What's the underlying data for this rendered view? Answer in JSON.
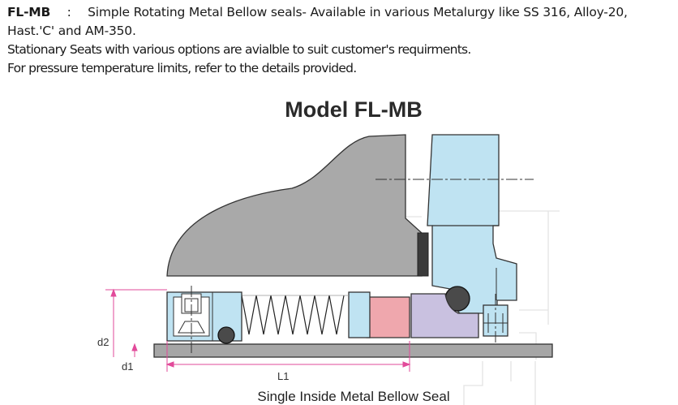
{
  "intro": {
    "code": "FL-MB",
    "separator": ":",
    "line1_rest": "Simple Rotating Metal Bellow seals- Available in various Metalurgy like SS 316, Alloy-20,",
    "line2": "Hast.'C' and AM-350.",
    "line3": "Stationary Seats with various options are avialble to suit customer's requirments.",
    "line4": "For pressure temperature limits, refer to the details provided."
  },
  "diagram": {
    "title": "Model FL-MB",
    "dimensions": {
      "d2": "d2",
      "d1": "d1",
      "l1": "L1"
    },
    "caption": "Single Inside Metal Bellow Seal"
  },
  "colors": {
    "housing_gray": "#a9a9a9",
    "shaft_gray": "#a6a6a6",
    "light_blue": "#bfe3f2",
    "pink": "#efa7ad",
    "lavender": "#c9c1e0",
    "dimension_pink": "#e24a9a"
  }
}
